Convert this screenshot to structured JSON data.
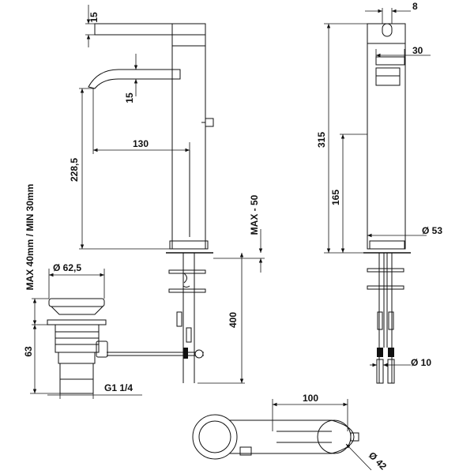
{
  "dimensions": {
    "top_thickness": "15",
    "spout_thickness": "15",
    "spout_reach": "130",
    "spout_height": "228,5",
    "deck_max": "MAX - 50",
    "under_deck": "400",
    "waste_diameter": "Ø 62,5",
    "waste_depth": "63",
    "waste_thread": "G1 1/4",
    "waste_range": "MAX 40mm / MIN 30mm",
    "side_top": "8",
    "side_lever": "30",
    "side_total_height": "315",
    "side_lower_height": "165",
    "body_diameter": "Ø 53",
    "hose_diameter": "Ø 10",
    "plan_length": "100",
    "plan_diameter": "Ø 42"
  }
}
